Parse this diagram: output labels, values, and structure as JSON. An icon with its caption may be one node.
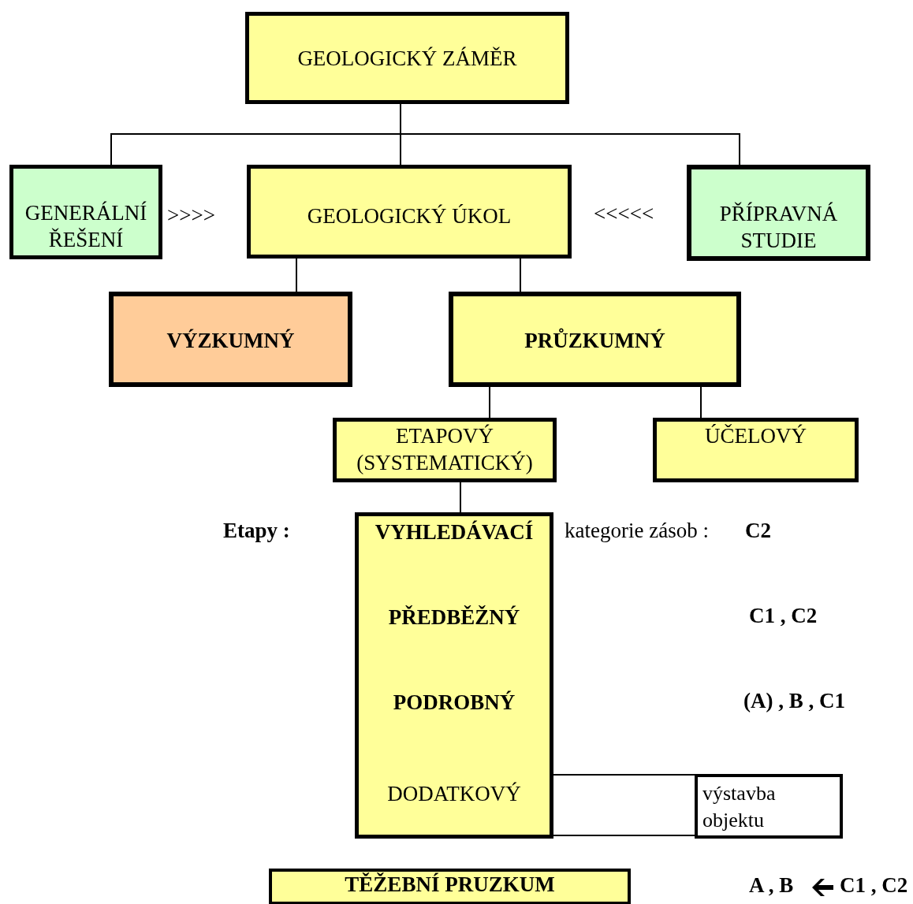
{
  "diagram": {
    "nodes": [
      {
        "text": [
          "GEOLOGICKÝ ZÁMĚR"
        ]
      },
      {
        "text": [
          "GENERÁLNÍ ŘEŠENÍ"
        ]
      },
      {
        "text": [
          "GEOLOGICKÝ ÚKOL"
        ]
      },
      {
        "text": [
          "PŘÍPRAVNÁ STUDIE"
        ]
      },
      {
        "text": [
          "VÝZKUMNÝ"
        ]
      },
      {
        "text": [
          "PRŮZKUMNÝ"
        ]
      },
      {
        "text": [
          "ETAPOVÝ (SYSTEMATICKÝ)"
        ]
      },
      {
        "text": [
          "ÚČELOVÝ"
        ]
      },
      {
        "text": [
          "VYHLEDÁVACÍ",
          "PŘEDBĚŽNÝ",
          "PODROBNÝ",
          "DODATKOVÝ"
        ]
      },
      {
        "text": [
          "výstavba objektu"
        ]
      },
      {
        "text": [
          "TĚŽEBNÍ PRUZKUM"
        ]
      }
    ],
    "edges": [
      {
        "from": 0,
        "to": 1,
        "arrow": "none"
      },
      {
        "from": 0,
        "to": 2,
        "arrow": "none"
      },
      {
        "from": 0,
        "to": 3,
        "arrow": "none"
      },
      {
        "from": 2,
        "to": 4,
        "arrow": "none"
      },
      {
        "from": 2,
        "to": 5,
        "arrow": "none"
      },
      {
        "from": 5,
        "to": 6,
        "arrow": "none"
      },
      {
        "from": 5,
        "to": 7,
        "arrow": "none"
      },
      {
        "from": 6,
        "to": 8,
        "arrow": "none"
      },
      {
        "from": 8,
        "to": 9,
        "arrow": "none"
      },
      {
        "from": 8,
        "to": 9,
        "arrow": "none"
      }
    ],
    "labels": [
      ">>>>",
      "<<<<<",
      "Etapy :",
      "kategorie zásob :",
      "C2",
      "C1 , C2",
      "(A) , B , C1",
      "A , B",
      "C1 , C2"
    ]
  }
}
